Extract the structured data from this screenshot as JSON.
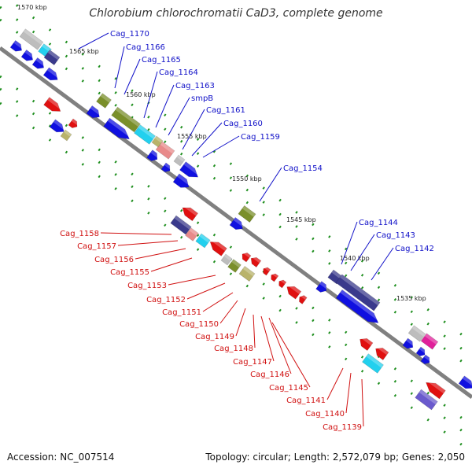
{
  "title": "Chlorobium chlorochromatii CaD3, complete genome",
  "footer": {
    "accession": "Accession: NC_007514",
    "summary": "Topology: circular; Length: 2,572,079 bp; Genes: 2,050"
  },
  "ticks": [
    "1570 kbp",
    "1565 kbp",
    "1560 kbp",
    "1555 kbp",
    "1550 kbp",
    "1545 kbp",
    "1540 kbp",
    "1535 kbp"
  ],
  "forward_labels": [
    "Cag_1170",
    "Cag_1166",
    "Cag_1165",
    "Cag_1164",
    "Cag_1163",
    "smpB",
    "Cag_1161",
    "Cag_1160",
    "Cag_1159",
    "Cag_1154",
    "Cag_1144",
    "Cag_1143",
    "Cag_1142"
  ],
  "reverse_labels": [
    "Cag_1158",
    "Cag_1157",
    "Cag_1156",
    "Cag_1155",
    "Cag_1153",
    "Cag_1152",
    "Cag_1151",
    "Cag_1150",
    "Cag_1149",
    "Cag_1148",
    "Cag_1147",
    "Cag_1146",
    "Cag_1145",
    "Cag_1141",
    "Cag_1140",
    "Cag_1139"
  ],
  "colors": {
    "backbone": "#808080",
    "forward_cds": "#1010e0",
    "reverse_cds": "#e01010",
    "forward_label": "#1010c8",
    "reverse_label": "#d01010",
    "tick_dots": "#1f8f1f",
    "olive": "#7a8f2a",
    "khaki": "#b9b36a",
    "cyan": "#22d0ee",
    "pink": "#e88a8a",
    "gray": "#bdbdbd",
    "navy": "#3a3a8c",
    "magenta": "#e0209a",
    "slateblue": "#6a5acd"
  }
}
